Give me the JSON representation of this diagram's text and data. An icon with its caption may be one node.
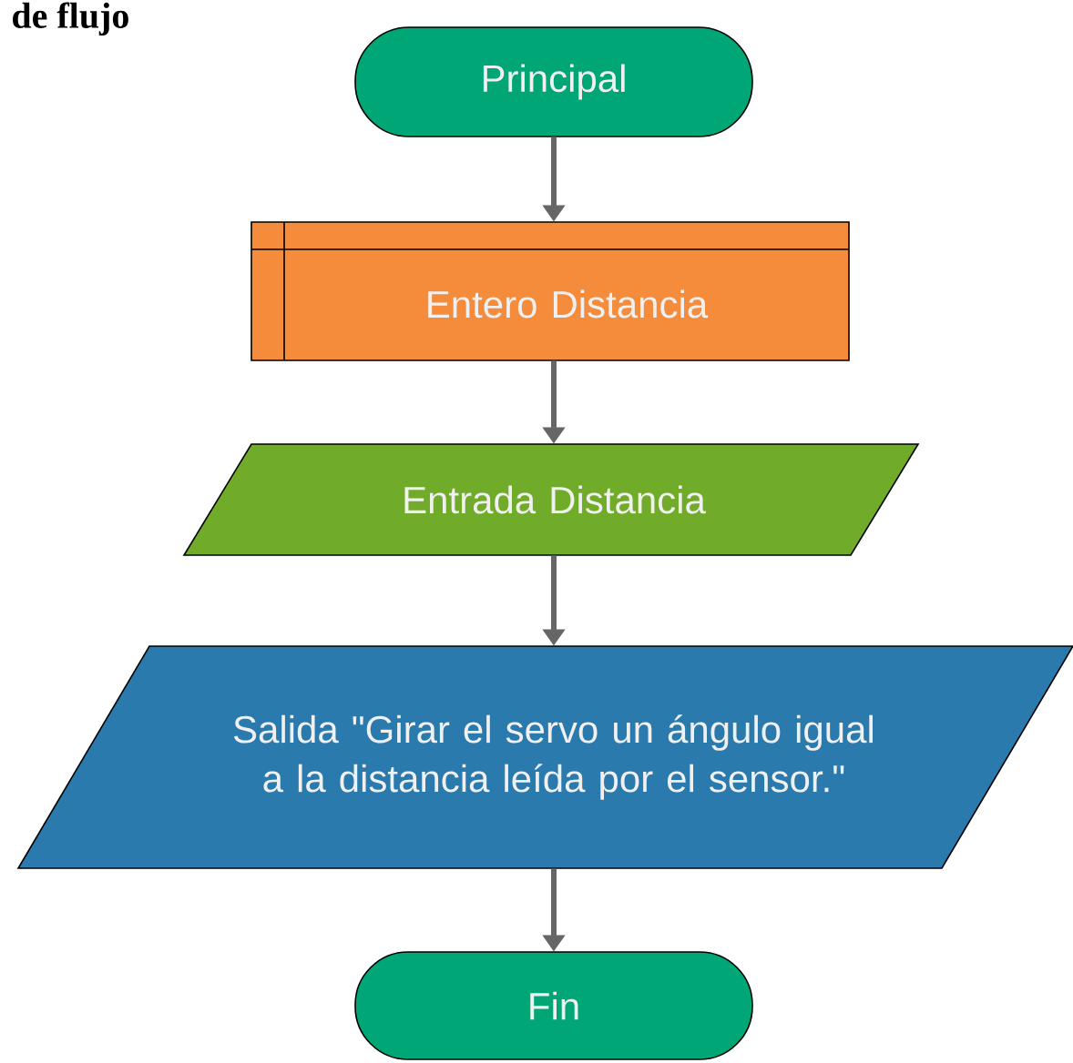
{
  "diagram": {
    "title": "de flujo",
    "nodes": [
      {
        "text": [
          "Principal"
        ]
      },
      {
        "text": [
          "Entero Distancia"
        ]
      },
      {
        "text": [
          "Entrada Distancia"
        ]
      },
      {
        "text": [
          "Salida \"Girar el servo un ángulo igual a la distancia leída por el sensor.\""
        ]
      },
      {
        "text": [
          "Fin"
        ]
      }
    ],
    "edges": [
      {
        "from": 0,
        "to": 1,
        "arrow": "to"
      },
      {
        "from": 1,
        "to": 2,
        "arrow": "to"
      },
      {
        "from": 2,
        "to": 3,
        "arrow": "to"
      },
      {
        "from": 3,
        "to": 4,
        "arrow": "to"
      }
    ]
  }
}
